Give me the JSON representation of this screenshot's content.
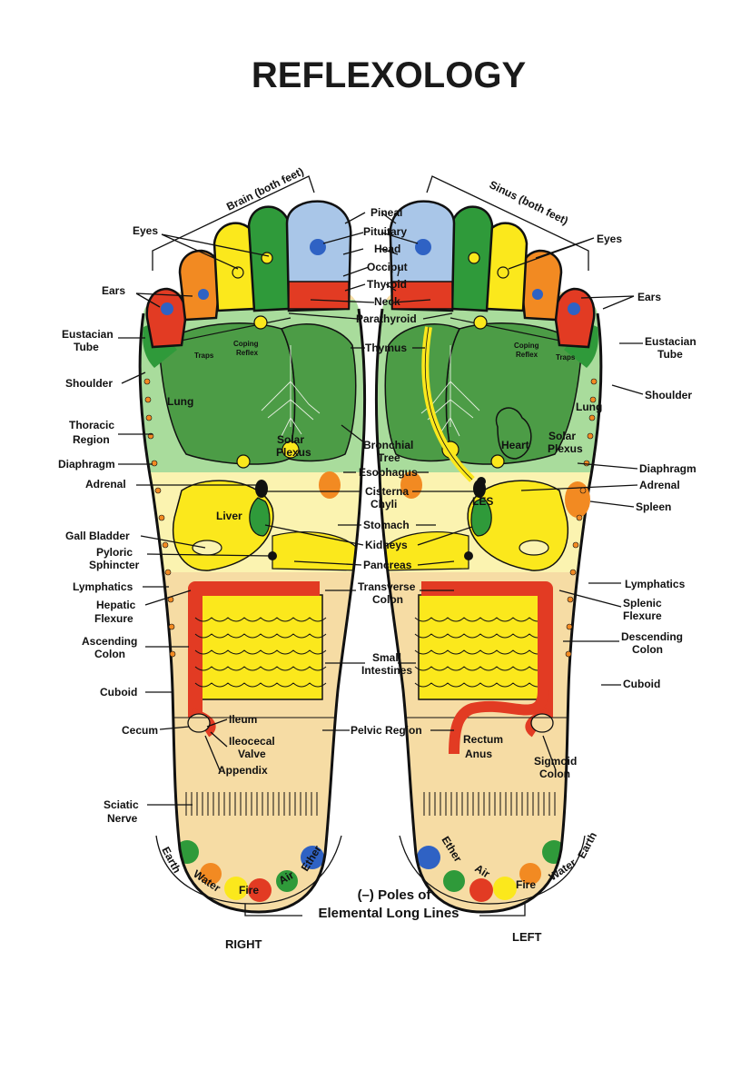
{
  "title": "REFLEXOLOGY",
  "headers": {
    "brain": "Brain (both feet)",
    "sinus": "Sinus (both feet)"
  },
  "sides": {
    "right": "RIGHT",
    "left": "LEFT"
  },
  "poles": {
    "line1": "(–) Poles of",
    "line2": "Elemental Long Lines"
  },
  "elements": {
    "right": [
      "Earth",
      "Water",
      "Fire",
      "Air",
      "Ether"
    ],
    "left": [
      "Ether",
      "Air",
      "Fire",
      "Water",
      "Earth"
    ]
  },
  "inner": {
    "right": {
      "traps": "Traps",
      "coping1": "Coping",
      "coping2": "Reflex",
      "lung": "Lung",
      "solar1": "Solar",
      "solar2": "Plexus",
      "liver": "Liver"
    },
    "left": {
      "traps": "Traps",
      "coping1": "Coping",
      "coping2": "Reflex",
      "lung": "Lung",
      "solar1": "Solar",
      "solar2": "Plexus",
      "heart": "Heart",
      "les": "LES"
    }
  },
  "labels": {
    "eyes_r": "Eyes",
    "ears_r": "Ears",
    "eustacian_r1": "Eustacian",
    "eustacian_r2": "Tube",
    "shoulder_r": "Shoulder",
    "thoracic1": "Thoracic",
    "thoracic2": "Region",
    "diaphragm_r": "Diaphragm",
    "adrenal_r": "Adrenal",
    "gall": "Gall Bladder",
    "pyloric1": "Pyloric",
    "pyloric2": "Sphincter",
    "lymph_r": "Lymphatics",
    "hepatic1": "Hepatic",
    "hepatic2": "Flexure",
    "ascending1": "Ascending",
    "ascending2": "Colon",
    "cuboid_r": "Cuboid",
    "cecum": "Cecum",
    "ileum": "Ileum",
    "ileocecal1": "Ileocecal",
    "ileocecal2": "Valve",
    "appendix": "Appendix",
    "sciatic1": "Sciatic",
    "sciatic2": "Nerve",
    "pineal": "Pineal",
    "pituitary": "Pituitary",
    "head": "Head",
    "occiput": "Occiput",
    "thyroid": "Thyroid",
    "neck": "Neck",
    "parathyroid": "Parathyroid",
    "thymus": "Thymus",
    "bronchial1": "Bronchial",
    "bronchial2": "Tree",
    "esophagus": "Esophagus",
    "cisterna1": "Cisterna",
    "cisterna2": "Chyli",
    "stomach": "Stomach",
    "kidneys": "Kidneys",
    "pancreas": "Pancreas",
    "transverse1": "Transverse",
    "transverse2": "Colon",
    "small1": "Small",
    "small2": "Intestines",
    "pelvic": "Pelvic Region",
    "eyes_l": "Eyes",
    "ears_l": "Ears",
    "eustacian_l1": "Eustacian",
    "eustacian_l2": "Tube",
    "shoulder_l": "Shoulder",
    "diaphragm_l": "Diaphragm",
    "adrenal_l": "Adrenal",
    "spleen": "Spleen",
    "lymph_l": "Lymphatics",
    "splenic1": "Splenic",
    "splenic2": "Flexure",
    "descending1": "Descending",
    "descending2": "Colon",
    "cuboid_l": "Cuboid",
    "rectum": "Rectum",
    "anus": "Anus",
    "sigmoid1": "Sigmoid",
    "sigmoid2": "Colon"
  },
  "colors": {
    "toe_blue": "#a9c6e8",
    "dot_blue": "#2f62c4",
    "red": "#e23b23",
    "orange": "#f28a22",
    "yellow": "#fbe81c",
    "green": "#2f9a3a",
    "light_green": "#a9dc9c",
    "lung_green": "#4c9c46",
    "pale_yellow": "#fbf3b0",
    "heel": "#f6dca4",
    "outline": "#111111"
  }
}
